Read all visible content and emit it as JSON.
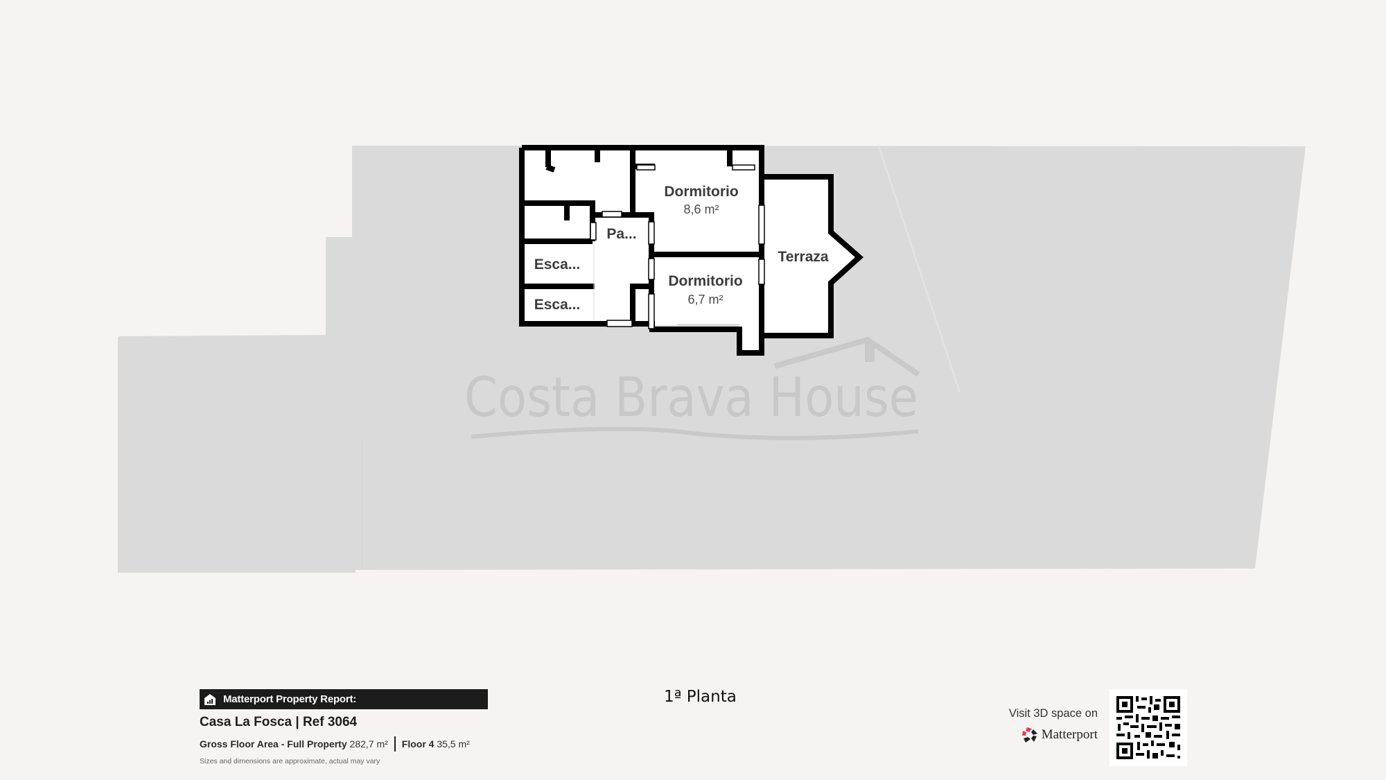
{
  "floorplan": {
    "rooms": [
      {
        "name": "Dormitorio",
        "area": "8,6 m²"
      },
      {
        "name": "Dormitorio",
        "area": "6,7 m²"
      },
      {
        "name": "Terraza"
      },
      {
        "name": "Pa..."
      },
      {
        "name": "Esca..."
      },
      {
        "name": "Esca..."
      }
    ],
    "watermark": "Costa Brava House",
    "colors": {
      "wall": "#000000",
      "room_fill": "#ffffff",
      "footprint": "#dadada",
      "background": "#f5f4f2"
    }
  },
  "floor_label": "1ª Planta",
  "report": {
    "header": "Matterport Property Report:",
    "title": "Casa La Fosca | Ref 3064",
    "gross_label": "Gross Floor Area - Full Property",
    "gross_value": "282,7 m²",
    "floor_label": "Floor 4",
    "floor_value": "35,5 m²",
    "disclaimer": "Sizes and dimensions are approximate, actual may vary"
  },
  "visit": {
    "text": "Visit 3D space on",
    "brand": "Matterport"
  },
  "qr": {
    "icon": "qr-code-icon"
  }
}
